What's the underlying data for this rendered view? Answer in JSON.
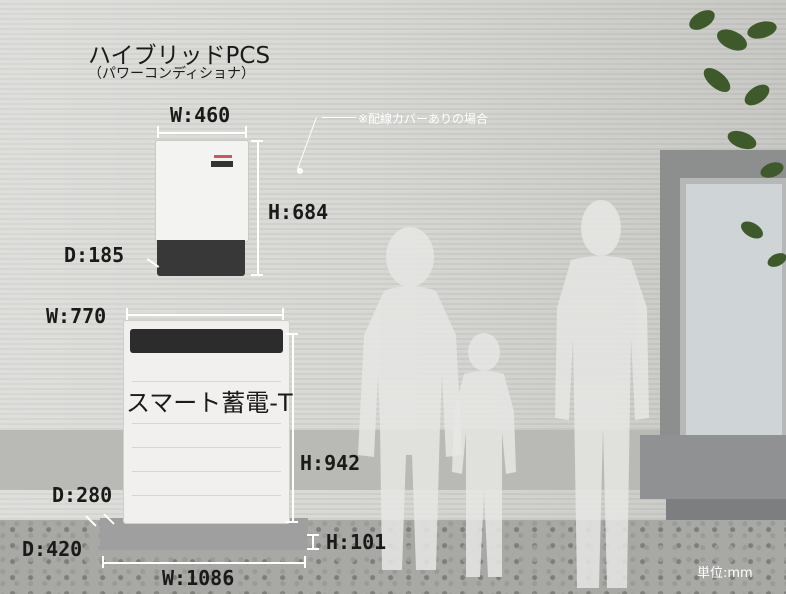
{
  "pcs": {
    "title": "ハイブリッドPCS",
    "subtitle": "（パワーコンディショナ）",
    "width": "W:460",
    "height": "H:684",
    "depth": "D:185",
    "note": "※配線カバーありの場合"
  },
  "battery": {
    "name": "スマート蓄電-T",
    "width": "W:770",
    "height": "H:942",
    "depth": "D:280"
  },
  "base": {
    "depth": "D:420",
    "width": "W:1086",
    "height": "H:101"
  },
  "unit_label": "単位:mm",
  "icons": [
    "leaf-plant-icon",
    "person-silhouette-icon"
  ]
}
